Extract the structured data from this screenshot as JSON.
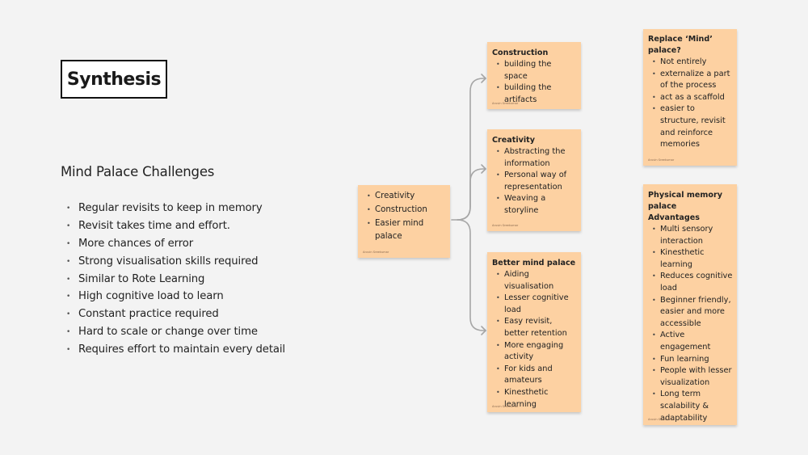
{
  "title": "Synthesis",
  "challenges": {
    "heading": "Mind Palace Challenges",
    "items": [
      "Regular revisits to keep in memory",
      "Revisit takes time and effort.",
      "More chances of error",
      "Strong visualisation skills required",
      "Similar to Rote Learning",
      "High cognitive load to learn",
      "Constant practice required",
      "Hard to scale or change over time",
      "Requires effort to maintain every detail"
    ]
  },
  "notes": {
    "source": {
      "items": [
        "Creativity",
        "Construction",
        "Easier mind palace"
      ],
      "author": "Aruvin Sreekumar"
    },
    "construction": {
      "title": "Construction",
      "items": [
        "building the space",
        "building the artifacts"
      ],
      "author": "Aruvin Sreekumar"
    },
    "creativity": {
      "title": "Creativity",
      "items": [
        "Abstracting the information",
        "Personal way of representation",
        "Weaving a storyline"
      ],
      "author": "Aruvin Sreekumar"
    },
    "better": {
      "title": "Better mind palace",
      "items": [
        "Aiding visualisation",
        "Lesser cognitive load",
        "Easy revisit, better retention",
        "More engaging activity",
        "For kids and amateurs",
        "Kinesthetic learning"
      ],
      "author": "Aruvin Sreekumar"
    },
    "replace": {
      "title": "Replace ‘Mind’ palace?",
      "items": [
        "Not entirely",
        "externalize a part of the process",
        "act as a scaffold",
        "easier to structure, revisit and reinforce memories"
      ],
      "author": "Aruvin Sreekumar"
    },
    "physical": {
      "title": "Physical memory palace Advantages",
      "items": [
        "Multi sensory interaction",
        "Kinesthetic learning",
        "Reduces cognitive load",
        "Beginner friendly, easier and more accessible",
        "Active engagement",
        "Fun learning",
        "People with lesser visualization",
        "Long term scalability & adaptability"
      ],
      "author": "Aruvin Sreekumar"
    }
  },
  "colors": {
    "background": "#f3f3f3",
    "sticky_note": "#fdd1a2",
    "connector": "#a6a6a6"
  }
}
